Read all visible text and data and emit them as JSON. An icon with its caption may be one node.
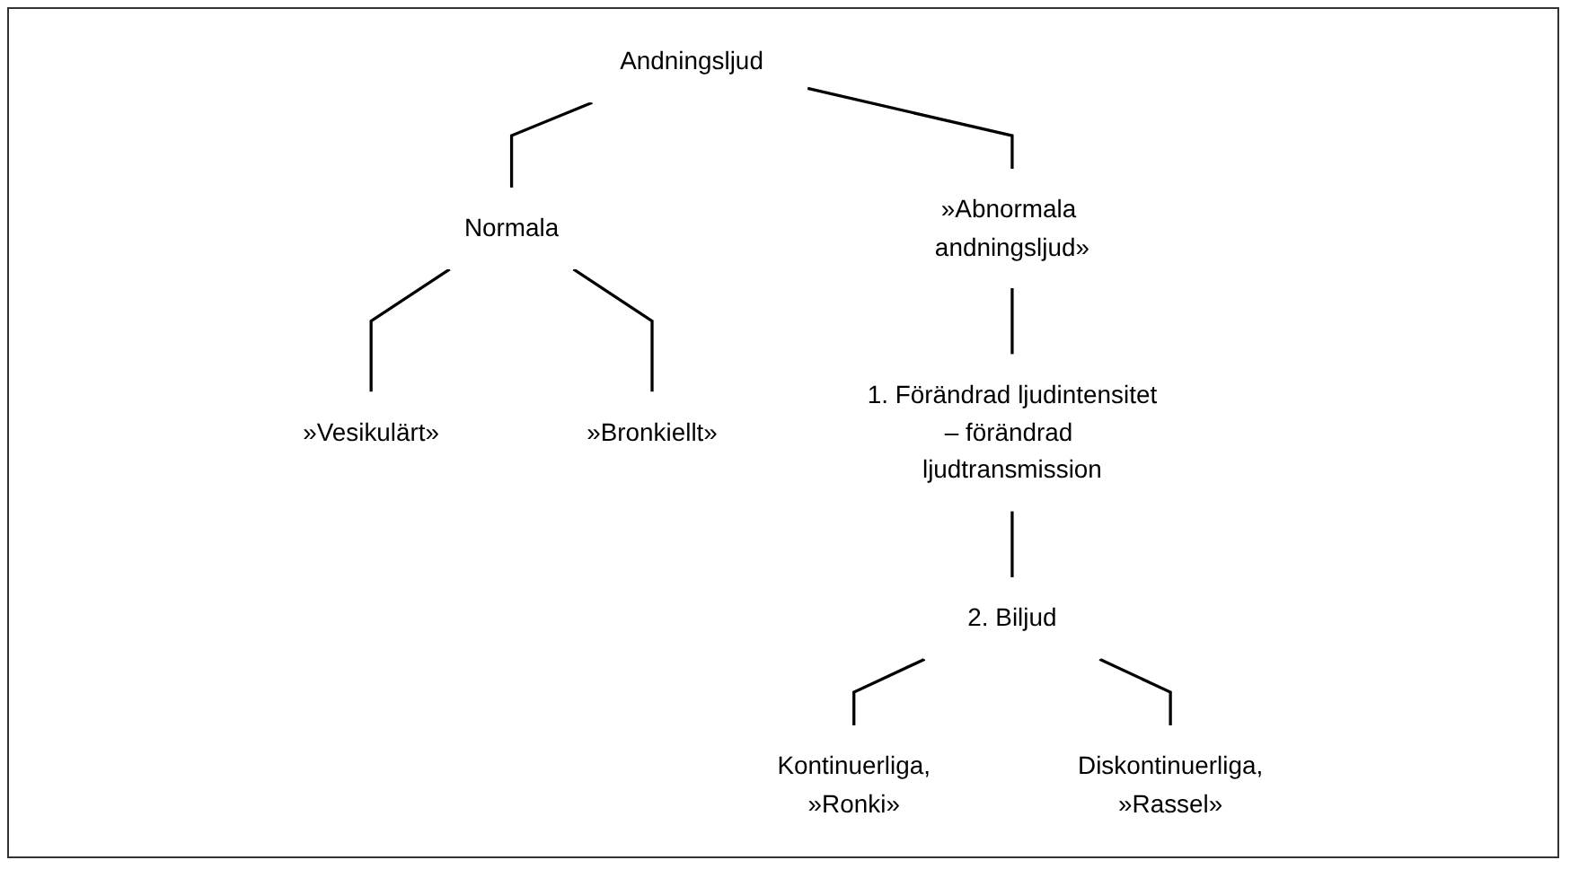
{
  "diagram": {
    "nodes": [
      {
        "text": [
          "Andningsljud"
        ]
      },
      {
        "text": [
          "Normala"
        ]
      },
      {
        "text": [
          "»Abnormala andningsljud»"
        ]
      },
      {
        "text": [
          "»Vesikulärt»"
        ]
      },
      {
        "text": [
          "»Bronkiellt»"
        ]
      },
      {
        "text": [
          "1. Förändrad ljudintensitet – förändrad ljudtransmission"
        ]
      },
      {
        "text": [
          "2. Biljud"
        ]
      },
      {
        "text": [
          "Kontinuerliga, »Ronki»"
        ]
      },
      {
        "text": [
          "Diskontinuerliga, »Rassel»"
        ]
      }
    ],
    "edges": [
      {
        "from": 0,
        "to": 1,
        "arrow": "none"
      },
      {
        "from": 0,
        "to": 2,
        "arrow": "none"
      },
      {
        "from": 1,
        "to": 3,
        "arrow": "none"
      },
      {
        "from": 1,
        "to": 4,
        "arrow": "none"
      },
      {
        "from": 2,
        "to": 5,
        "arrow": "none"
      },
      {
        "from": 5,
        "to": 6,
        "arrow": "none"
      },
      {
        "from": 6,
        "to": 7,
        "arrow": "none"
      },
      {
        "from": 6,
        "to": 8,
        "arrow": "none"
      }
    ]
  }
}
